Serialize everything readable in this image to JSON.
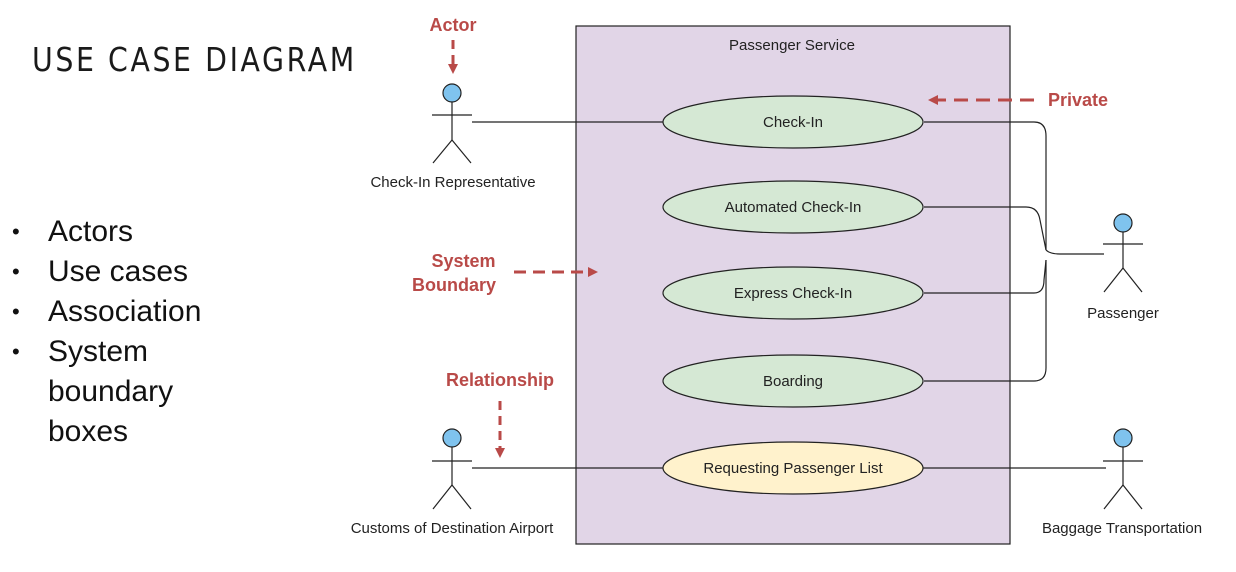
{
  "slide": {
    "title": "USE CASE DIAGRAM",
    "bullets": [
      "Actors",
      "Use cases",
      "Association",
      "System boundary boxes"
    ]
  },
  "diagram": {
    "system_name": "Passenger Service",
    "use_cases": {
      "check_in": "Check-In",
      "automated_check_in": "Automated Check-In",
      "express_check_in": "Express Check-In",
      "boarding": "Boarding",
      "requesting_passenger_list": "Requesting Passenger List"
    },
    "actors": {
      "check_in_representative": "Check-In Representative",
      "passenger": "Passenger",
      "customs": "Customs of Destination Airport",
      "baggage": "Baggage Transportation"
    },
    "annotations": {
      "actor": "Actor",
      "private": "Private",
      "system_boundary_line1": "System",
      "system_boundary_line2": "Boundary",
      "relationship": "Relationship"
    }
  },
  "colors": {
    "system_fill": "#e1d5e7",
    "use_case_fill": "#d5e8d4",
    "use_case_stroke": "#82b366",
    "highlight_fill": "#fff2cc",
    "highlight_stroke": "#d6b656",
    "actor_head": "#7fc3ee",
    "annotation": "#b94a48"
  }
}
